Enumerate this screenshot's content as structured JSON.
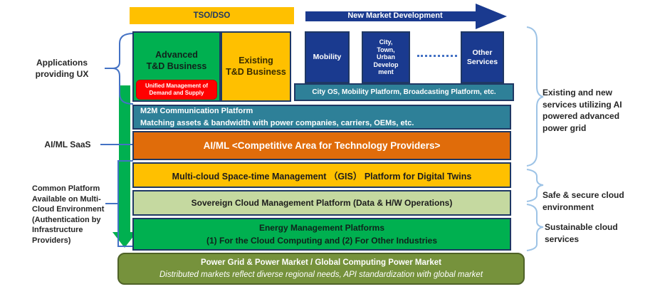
{
  "top": {
    "tso_dso": "TSO/DSO",
    "new_market": "New Market Development"
  },
  "left_labels": {
    "applications": "Applications\nproviding UX",
    "aiml_saas": "AI/ML SaaS",
    "common_platform": "Common Platform\nAvailable on Multi-\nCloud Environment\n(Authentication by\nInfrastructure\nProviders)"
  },
  "right_labels": {
    "existing_new": "Existing and new\nservices utilizing AI\npowered advanced\npower grid",
    "safe_secure": "Safe & secure cloud\nenvironment",
    "sustainable": "Sustainable cloud\nservices"
  },
  "apps_row": {
    "advanced_td": "Advanced\nT&D Business",
    "unified_mgmt": "Unified Management of\nDemand and Supply",
    "existing_td": "Existing\nT&D Business",
    "mobility": "Mobility",
    "city_town": "City,\nTown,\nUrban\nDevelop\nment",
    "other_services": "Other\nServices",
    "city_os": "City OS, Mobility Platform, Broadcasting Platform, etc."
  },
  "layers": {
    "m2m": "M2M Communication Platform\nMatching assets & bandwidth with power companies, carriers, OEMs, etc.",
    "aiml": "AI/ML <Competitive Area for Technology Providers>",
    "gis": "Multi-cloud Space-time Management （GIS） Platform for Digital Twins",
    "sovereign": "Sovereign Cloud Management Platform (Data & H/W Operations)",
    "energy": "Energy Management Platforms\n(1) For the Cloud Computing and (2) For Other Industries"
  },
  "bottom": {
    "title": "Power Grid & Power Market / Global Computing Power Market",
    "subtitle": "Distributed markets reflect diverse regional needs, API standardization with global market"
  },
  "colors": {
    "yellow": "#FFC000",
    "navy": "#1A3A8F",
    "green": "#00B050",
    "red": "#FF0000",
    "teal": "#2E8098",
    "orange": "#E06C0A",
    "light_green": "#C5D9A0",
    "olive": "#76923C",
    "box_border": "#1F3864",
    "connector_blue": "#4472C4",
    "brace_light_blue": "#9DC3E6"
  }
}
